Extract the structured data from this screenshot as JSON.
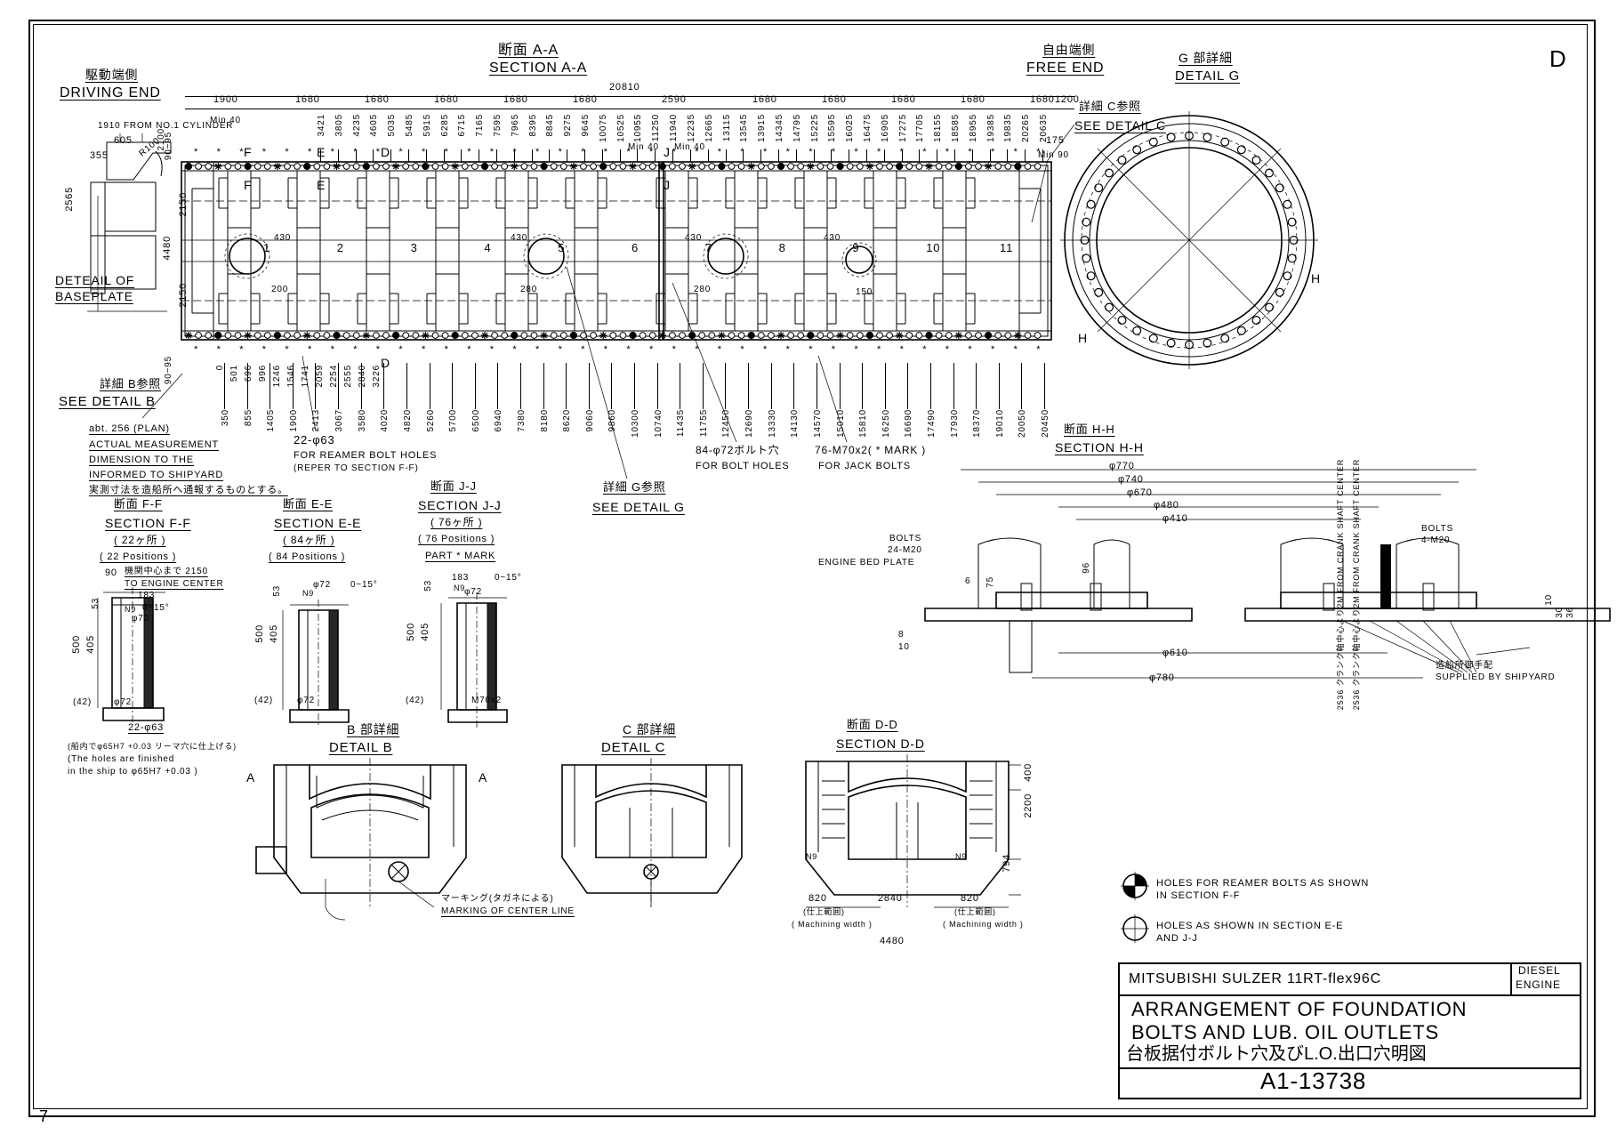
{
  "sheet": {
    "corner_label": "D",
    "page_number": "7"
  },
  "title_block": {
    "engine_line": "MITSUBISHI SULZER 11RT-flex96C",
    "engine_type_1": "DIESEL",
    "engine_type_2": "ENGINE",
    "title_en_1": "ARRANGEMENT OF FOUNDATION",
    "title_en_2": "BOLTS AND LUB. OIL OUTLETS",
    "title_jp": "台板据付ボルト穴及びL.O.出口穴明図",
    "drawing_no": "A1-13738"
  },
  "legend": {
    "item1_line1": "HOLES FOR REAMER BOLTS AS SHOWN",
    "item1_line2": "IN SECTION F-F",
    "item2_line1": "HOLES AS SHOWN IN SECTION E-E",
    "item2_line2": "AND J-J"
  },
  "main_view": {
    "heading_jp": "断面 A-A",
    "heading_en": "SECTION A-A",
    "driving_end_jp": "駆動端側",
    "driving_end_en": "DRIVING END",
    "free_end_jp": "自由端側",
    "free_end_en": "FREE END",
    "overall_length": "20810",
    "pitch_dims": [
      "1900",
      "1680",
      "1680",
      "1680",
      "1680",
      "1680",
      "2590",
      "1680",
      "1680",
      "1680",
      "1680",
      "1680",
      "1200"
    ],
    "end_dim": "175",
    "min40_a": "Min 40",
    "min40_b": "Min 40",
    "min40_c": "Min 40",
    "min90": "Min 90",
    "baseplate_detail_1": "DETEAIL OF",
    "baseplate_detail_2": "BASEPLATE",
    "drive_note": "1910 FROM NO.1 CYLINDER",
    "drive_605": "605",
    "drive_355": "355",
    "drive_r100": "R100",
    "drive_2565": "2565",
    "drive_2100": "2100",
    "dim_90_95_top": "90~95",
    "dim_90_95_bot": "90~95",
    "left_stack": [
      "2150",
      "4480",
      "2150"
    ],
    "cylinder_numbers": [
      "1",
      "2",
      "3",
      "4",
      "5",
      "6",
      "7",
      "8",
      "9",
      "10",
      "11"
    ],
    "inner_430": [
      "430",
      "430",
      "430",
      "430"
    ],
    "inner_200": "200",
    "inner_280a": "280",
    "inner_280b": "280",
    "inner_150": "150",
    "top_ordinates": [
      "3421",
      "3805",
      "4235",
      "4605",
      "5035",
      "5485",
      "5915",
      "6285",
      "6715",
      "7165",
      "7595",
      "7965",
      "8395",
      "8845",
      "9275",
      "9645",
      "10075",
      "10525",
      "10955",
      "11250",
      "11940",
      "12235",
      "12665",
      "13115",
      "13545",
      "13915",
      "14345",
      "14795",
      "15225",
      "15595",
      "16025",
      "16475",
      "16905",
      "17275",
      "17705",
      "18155",
      "18585",
      "18955",
      "19385",
      "19835",
      "20265",
      "20635"
    ],
    "bot_ordinates_upper": [
      "0",
      "501",
      "696",
      "996",
      "1246",
      "1546",
      "1741",
      "2059",
      "2254",
      "2555",
      "2840",
      "3226"
    ],
    "bot_ordinates_lower": [
      "350",
      "855",
      "1405",
      "1900",
      "2413",
      "3067",
      "3580",
      "4020",
      "4820",
      "5260",
      "5700",
      "6500",
      "6940",
      "7380",
      "8180",
      "8620",
      "9060",
      "9860",
      "10300",
      "10740",
      "11435",
      "11755",
      "12450",
      "12690",
      "13330",
      "14130",
      "14570",
      "15010",
      "15810",
      "16250",
      "16690",
      "17490",
      "17930",
      "18370",
      "19010",
      "20050",
      "20450"
    ]
  },
  "callouts": {
    "detail_b_jp": "詳細 B参照",
    "detail_b_en": "SEE DETAIL B",
    "detail_c_jp": "詳細 C参照",
    "detail_c_en": "SEE DETAIL C",
    "detail_g_jp": "詳細 G参照",
    "detail_g_en": "SEE DETAIL G",
    "reamer_qty": "22-φ63",
    "reamer_line1": "FOR REAMER BOLT HOLES",
    "reamer_line2": "(REPER TO SECTION F-F)",
    "bolt_qty": "84-φ72ボルト穴",
    "bolt_line1": "FOR BOLT HOLES",
    "jack_qty": "76-M70x2( * MARK )",
    "jack_line1": "FOR JACK BOLTS",
    "note_plan": "abt. 256 (PLAN)",
    "note_l1": "ACTUAL MEASUREMENT",
    "note_l2": "DIMENSION TO THE",
    "note_l3": "INFORMED TO SHIPYARD",
    "note_jp": "実測寸法を造船所へ通報するものとする。"
  },
  "detail_g": {
    "heading_jp": "G 部詳細",
    "heading_en": "DETAIL G",
    "mark_h_top": "H",
    "mark_h_bot": "H"
  },
  "section_hh": {
    "heading_jp": "断面 H-H",
    "heading_en": "SECTION H-H",
    "diam": [
      "φ770",
      "φ740",
      "φ670",
      "φ480",
      "φ410",
      "φ610",
      "φ780"
    ],
    "bolts_a_1": "BOLTS",
    "bolts_a_2": "24-M20",
    "bolts_b_1": "BOLTS",
    "bolts_b_2": "4-M20",
    "bedplate": "ENGINE BED PLATE",
    "shipyard_jp": "造船所御手配",
    "shipyard_en": "SUPPLIED BY SHIPYARD",
    "v_note_1": "2536 クランク軸中心より2M FROM CRANK SHAFT CENTER",
    "v_note_2": "2536 クランク軸中心より2M FROM CRANK SHAFT CENTER",
    "d_96": "96",
    "d_75": "75",
    "d_6": "6",
    "d_10": "10",
    "d_8": "8",
    "d_30": "30",
    "d_36": "36",
    "d_10b": "10"
  },
  "section_ff": {
    "heading_jp": "断面 F-F",
    "heading_en": "SECTION F-F",
    "qty_jp": "( 22ヶ所 )",
    "qty_en": "( 22 Positions )",
    "d_90": "90",
    "center_jp": "機関中心まで 2150",
    "center_en": "TO ENGINE CENTER",
    "d_183": "183",
    "ang": "0~15°",
    "d_phi72": "φ72",
    "d_53": "53",
    "n9": "N9",
    "d_500": "500",
    "d_405": "405",
    "d_42": "(42)",
    "d_phi72b": "φ72",
    "d_22_63": "22-φ63",
    "note_jp1": "(船内でφ65H7 +0.03 リーマ穴に仕上げる)",
    "note_en1": "(The holes are finished",
    "note_en2": "in the ship to φ65H7 +0.03 )"
  },
  "section_ee": {
    "heading_jp": "断面 E-E",
    "heading_en": "SECTION E-E",
    "qty_jp": "( 84ヶ所 )",
    "qty_en": "( 84 Positions )",
    "d_phi72_top": "φ72",
    "ang": "0~15°",
    "d_53": "53",
    "n9": "N9",
    "d_500": "500",
    "d_405": "405",
    "d_42": "(42)",
    "d_phi72_bot": "φ72"
  },
  "section_jj": {
    "heading_jp": "断面 J-J",
    "heading_en": "SECTION J-J",
    "qty_jp": "( 76ヶ所 )",
    "qty_en": "( 76 Positions )",
    "part_mark": "PART * MARK",
    "d_183": "183",
    "ang": "0~15°",
    "d_phi72": "φ72",
    "d_53": "53",
    "n9": "N9",
    "d_500": "500",
    "d_405": "405",
    "d_42": "(42)",
    "d_m70": "M70x2"
  },
  "detail_b": {
    "heading_jp": "B 部詳細",
    "heading_en": "DETAIL B",
    "mark_a_top": "A",
    "mark_a_bot": "A",
    "marking_jp": "マーキング(タガネによる)",
    "marking_en": "MARKING OF CENTER LINE"
  },
  "detail_c": {
    "heading_jp": "C 部詳細",
    "heading_en": "DETAIL C"
  },
  "section_dd": {
    "heading_jp": "断面 D-D",
    "heading_en": "SECTION D-D",
    "d_400": "400",
    "d_2200": "2200",
    "d_794": "794",
    "d_820a": "820",
    "d_2840": "2840",
    "d_820b": "820",
    "d_4480": "4480",
    "mw_jp_a": "(仕上範囲)",
    "mw_en_a": "( Machining width )",
    "mw_jp_b": "(仕上範囲)",
    "mw_en_b": "( Machining width )",
    "n9a": "N9",
    "n9b": "N9"
  },
  "section_marks": {
    "f1": "F",
    "f2": "F",
    "e1": "E",
    "e2": "E",
    "d1": "D",
    "d2": "D",
    "j1": "J",
    "j2": "J",
    "h1": "H",
    "h2": "H"
  }
}
